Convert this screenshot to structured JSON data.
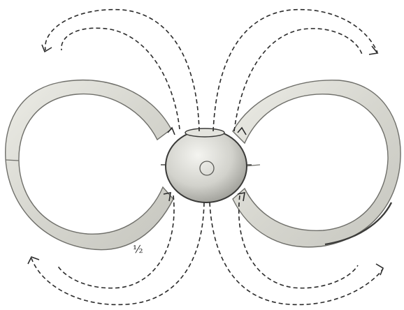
{
  "diagram": {
    "scale_label": "½",
    "colors": {
      "paper": "#ffffff",
      "ring_fill": "#dcdcd6",
      "ring_stroke": "#6f6f6a",
      "body_fill": "#cfcfc9",
      "body_stroke": "#3a3a38",
      "field_lines": "#2b2b2b"
    },
    "icons": [
      "left-ring",
      "right-ring",
      "center-sphere",
      "field-line-arrows"
    ]
  }
}
